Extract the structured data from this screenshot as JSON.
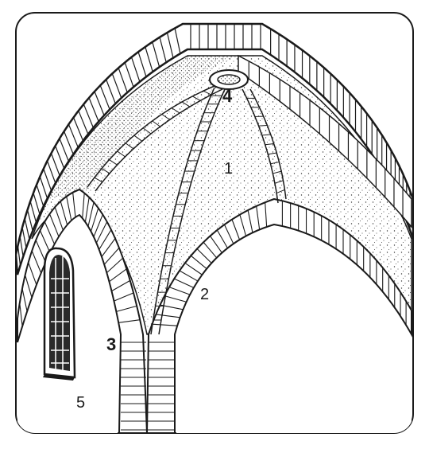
{
  "labels": {
    "one": "1",
    "two": "2",
    "three": "3",
    "four": "4",
    "five": "5"
  },
  "colors": {
    "ink": "#1a1a1a",
    "paper": "#ffffff",
    "stipple": "#3a3a3a"
  }
}
